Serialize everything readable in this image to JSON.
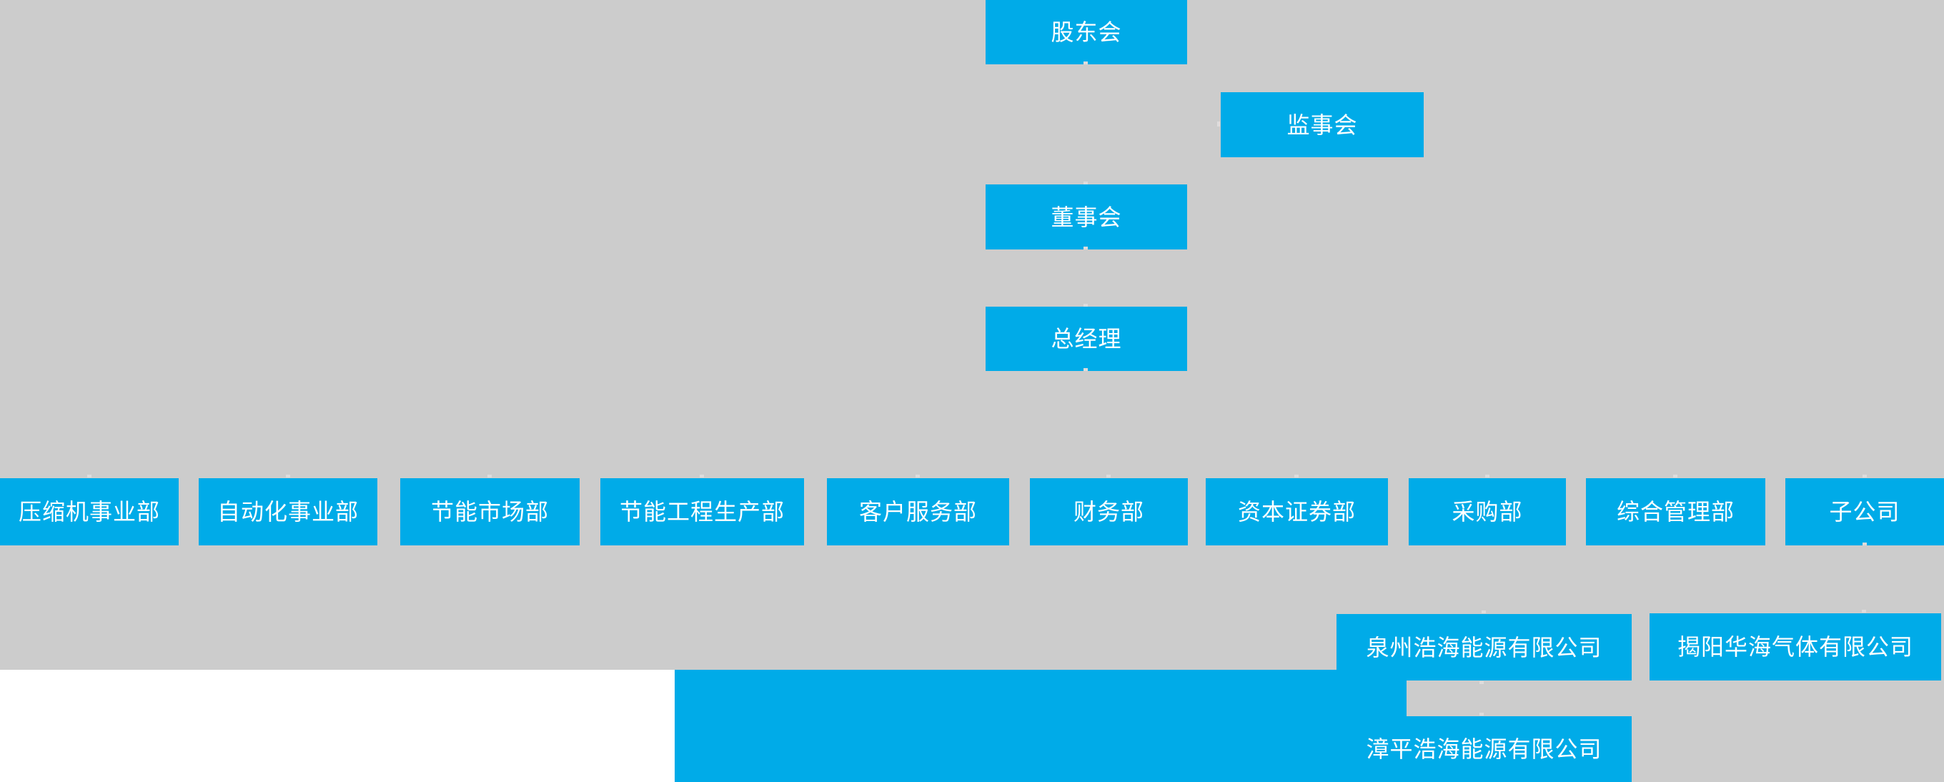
{
  "colors": {
    "node_blue": "#00abe8",
    "background_gray": "#cccccc",
    "page_white": "#ffffff",
    "node_text_white": "#ffffff"
  },
  "chart": {
    "type": "org-chart",
    "nodes": {
      "shareholders_meeting": "股东会",
      "supervisory_board": "监事会",
      "board_of_directors": "董事会",
      "general_manager": "总经理"
    },
    "departments": [
      "压缩机事业部",
      "自动化事业部",
      "节能市场部",
      "节能工程生产部",
      "客户服务部",
      "财务部",
      "资本证券部",
      "采购部",
      "综合管理部",
      "子公司"
    ],
    "subsidiaries": [
      "泉州浩海能源有限公司",
      "揭阳华海气体有限公司",
      "漳平浩海能源有限公司"
    ]
  }
}
